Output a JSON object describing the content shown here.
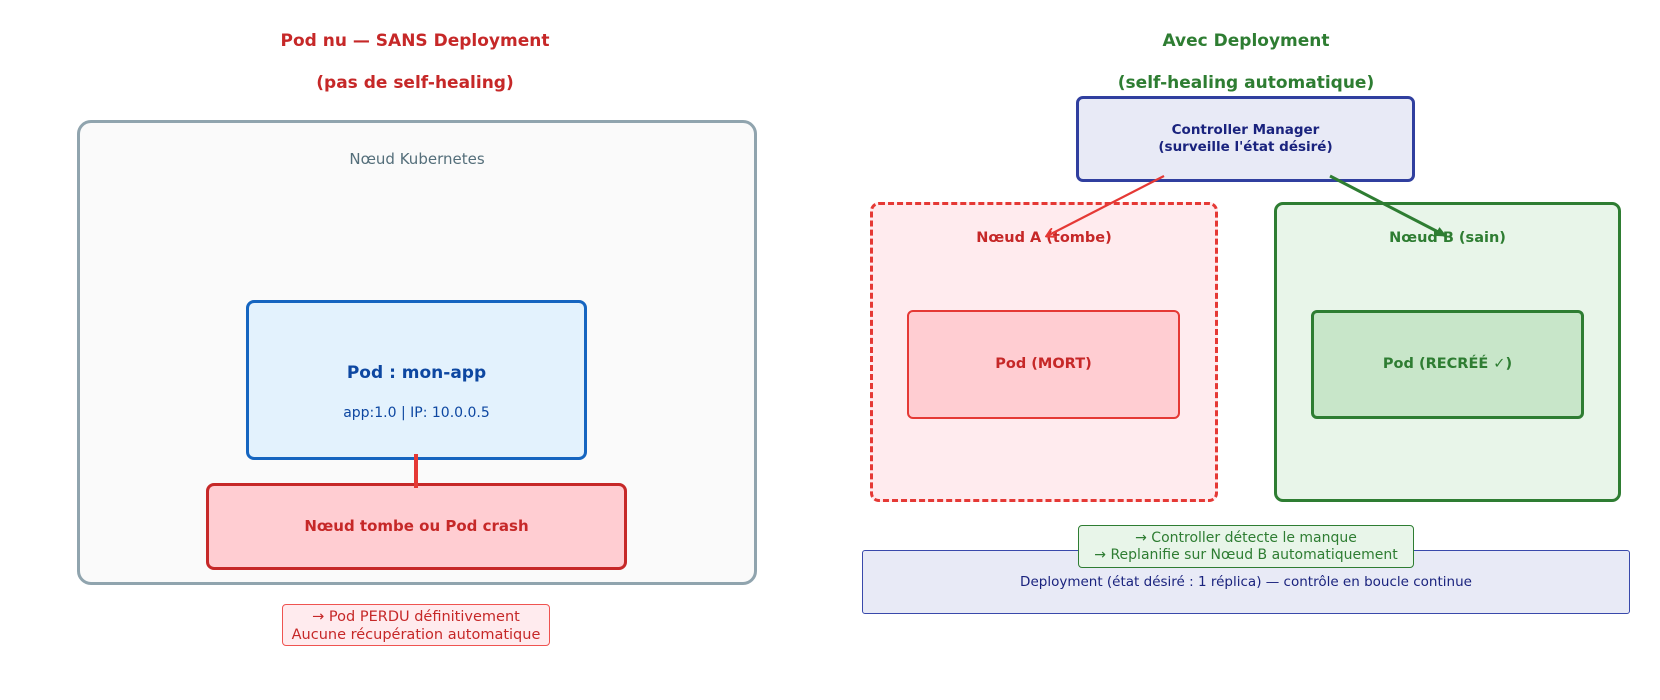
{
  "left": {
    "title_line1": "Pod nu — SANS Deployment",
    "title_line2": "(pas de self-healing)",
    "node_label": "Nœud Kubernetes",
    "pod_title": "Pod : mon-app",
    "pod_detail": "app:1.0 | IP: 10.0.0.5",
    "failure_label": "Nœud tombe ou Pod crash",
    "result_line1": "→ Pod PERDU définitivement",
    "result_line2": "Aucune récupération automatique"
  },
  "right": {
    "title_line1": "Avec Deployment",
    "title_line2": "(self-healing automatique)",
    "controller_line1": "Controller Manager",
    "controller_line2": "(surveille l'état désiré)",
    "node_a_label": "Nœud A (tombe)",
    "pod_dead_label": "Pod (MORT)",
    "node_b_label": "Nœud B (sain)",
    "pod_recreated_label": "Pod (RECRÉÉ ✓)",
    "note_line1": "→ Controller détecte le manque",
    "note_line2": "→ Replanifie sur Nœud B automatiquement",
    "deployment_label": "Deployment (état désiré : 1 réplica) — contrôle en boucle continue"
  },
  "colors": {
    "red": "#c62828",
    "red_light": "#ffcdd2",
    "green": "#2e7d32",
    "green_light": "#c8e6c9",
    "blue": "#1565c0",
    "blue_light": "#e3f2fd",
    "navy": "#283593",
    "lavender": "#e8eaf6",
    "gray": "#90a4ae"
  }
}
